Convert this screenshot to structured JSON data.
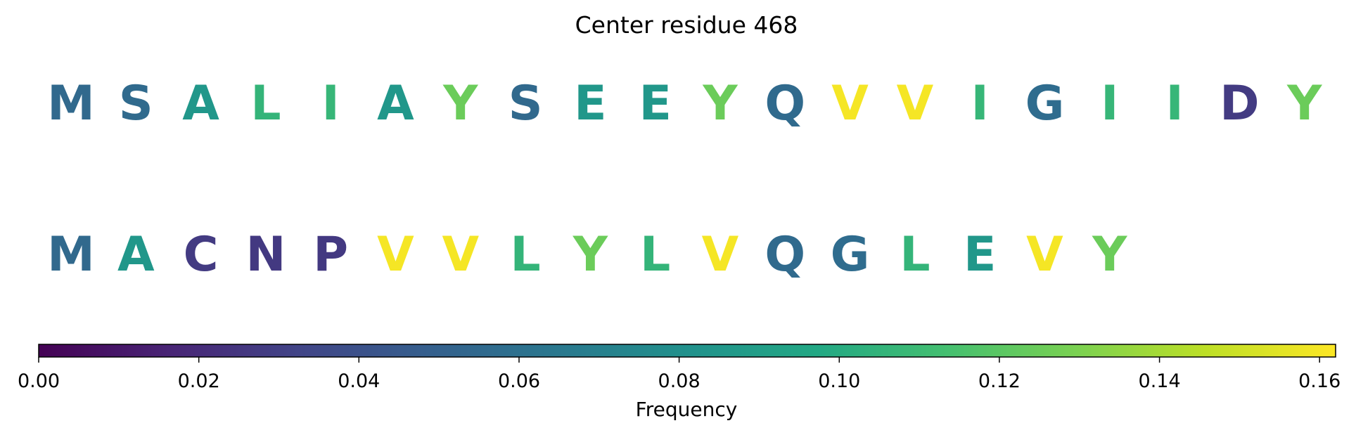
{
  "chart_data": {
    "type": "heatmap",
    "title": "Center residue 468",
    "rows": [
      {
        "residues": [
          "M",
          "S",
          "A",
          "L",
          "I",
          "A",
          "Y",
          "S",
          "E",
          "E",
          "Y",
          "Q",
          "V",
          "V",
          "I",
          "G",
          "I",
          "I",
          "D",
          "Y"
        ],
        "frequencies": [
          0.055,
          0.056,
          0.085,
          0.106,
          0.107,
          0.085,
          0.125,
          0.055,
          0.085,
          0.085,
          0.125,
          0.056,
          0.16,
          0.16,
          0.107,
          0.057,
          0.107,
          0.107,
          0.028,
          0.125
        ]
      },
      {
        "residues": [
          "M",
          "A",
          "C",
          "N",
          "P",
          "V",
          "V",
          "L",
          "Y",
          "L",
          "V",
          "Q",
          "G",
          "L",
          "E",
          "V",
          "Y"
        ],
        "frequencies": [
          0.055,
          0.085,
          0.028,
          0.027,
          0.027,
          0.16,
          0.16,
          0.106,
          0.125,
          0.106,
          0.16,
          0.056,
          0.057,
          0.106,
          0.085,
          0.16,
          0.125
        ]
      }
    ],
    "colorbar": {
      "label": "Frequency",
      "colormap": "viridis",
      "range": [
        0,
        0.162
      ],
      "ticks": [
        0.0,
        0.02,
        0.04,
        0.06,
        0.08,
        0.1,
        0.12,
        0.14,
        0.16
      ],
      "tick_labels": [
        "0.00",
        "0.02",
        "0.04",
        "0.06",
        "0.08",
        "0.10",
        "0.12",
        "0.14",
        "0.16"
      ]
    }
  }
}
